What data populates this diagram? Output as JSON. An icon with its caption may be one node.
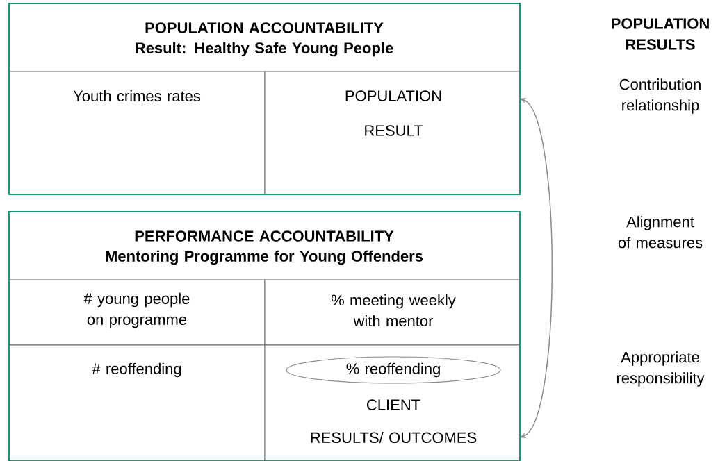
{
  "diagram": {
    "nodes": [
      {
        "text": [
          "POPULATION ACCOUNTABILITY",
          "Result: Healthy Safe Young People"
        ]
      },
      {
        "text": [
          "Youth crimes rates"
        ],
        "in": 0
      },
      {
        "text": [
          "POPULATION",
          "RESULT"
        ],
        "in": 0
      },
      {
        "text": [
          "PERFORMANCE ACCOUNTABILITY",
          "Mentoring Programme for Young Offenders"
        ]
      },
      {
        "text": [
          "# young people on programme"
        ],
        "in": 3
      },
      {
        "text": [
          "% meeting weekly with mentor"
        ],
        "in": 3
      },
      {
        "text": [
          "# reoffending"
        ],
        "in": 3
      },
      {
        "text": [
          "CLIENT",
          "RESULTS/ OUTCOMES"
        ],
        "in": 3
      },
      {
        "text": [
          "% reoffending"
        ],
        "in": 7
      }
    ],
    "edges": [
      {
        "from": 7,
        "to": 2,
        "arrow": "both"
      }
    ],
    "labels": [
      "POPULATION RESULTS",
      "Contribution relationship",
      "Alignment of measures",
      "Appropriate responsibility"
    ]
  }
}
